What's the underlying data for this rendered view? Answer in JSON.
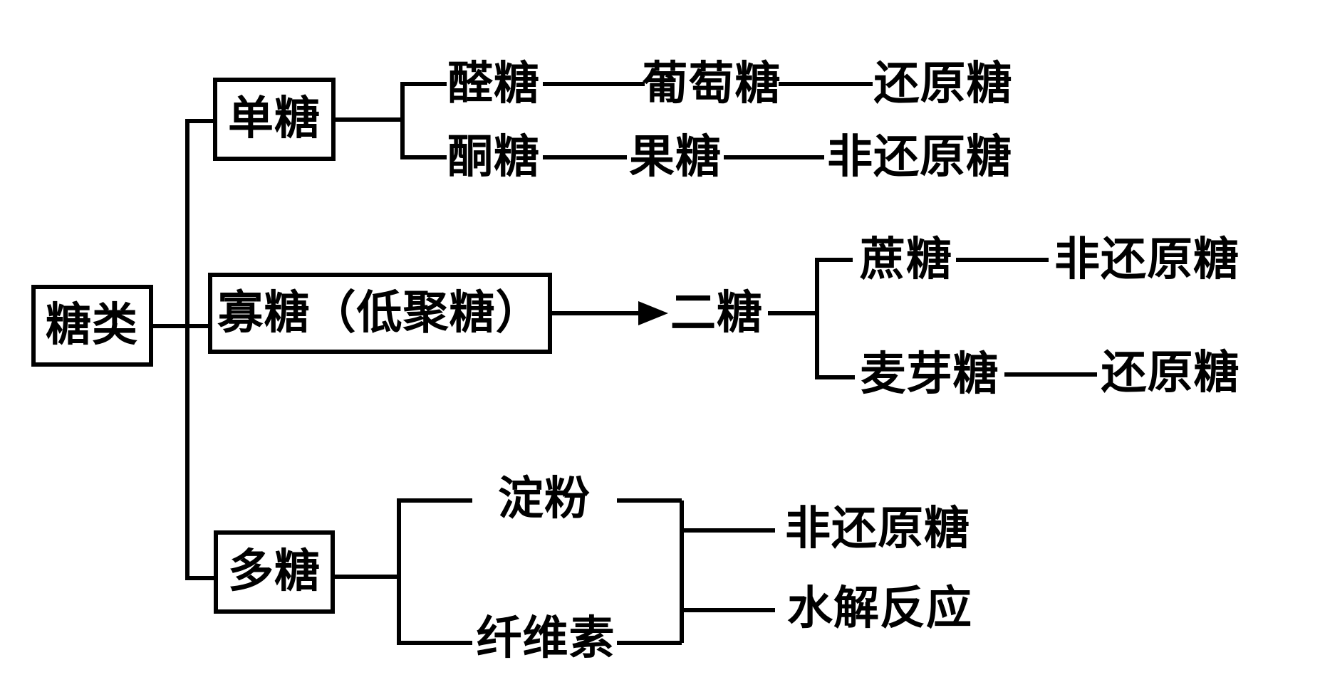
{
  "colors": {
    "ink": "#000000",
    "background": "#ffffff"
  },
  "diagram": {
    "root": {
      "label": "糖类"
    },
    "mono": {
      "label": "单糖",
      "rows": [
        {
          "type": "醛糖",
          "example": "葡萄糖",
          "property": "还原糖"
        },
        {
          "type": "酮糖",
          "example": "果糖",
          "property": "非还原糖"
        }
      ]
    },
    "oligo": {
      "label": "寡糖（低聚糖）",
      "target": "二糖",
      "rows": [
        {
          "name": "蔗糖",
          "property": "非还原糖"
        },
        {
          "name": "麦芽糖",
          "property": "还原糖"
        }
      ]
    },
    "poly": {
      "label": "多糖",
      "members": [
        {
          "name": "淀粉"
        },
        {
          "name": "纤维素"
        }
      ],
      "properties": [
        {
          "name": "非还原糖"
        },
        {
          "name": "水解反应"
        }
      ]
    }
  }
}
